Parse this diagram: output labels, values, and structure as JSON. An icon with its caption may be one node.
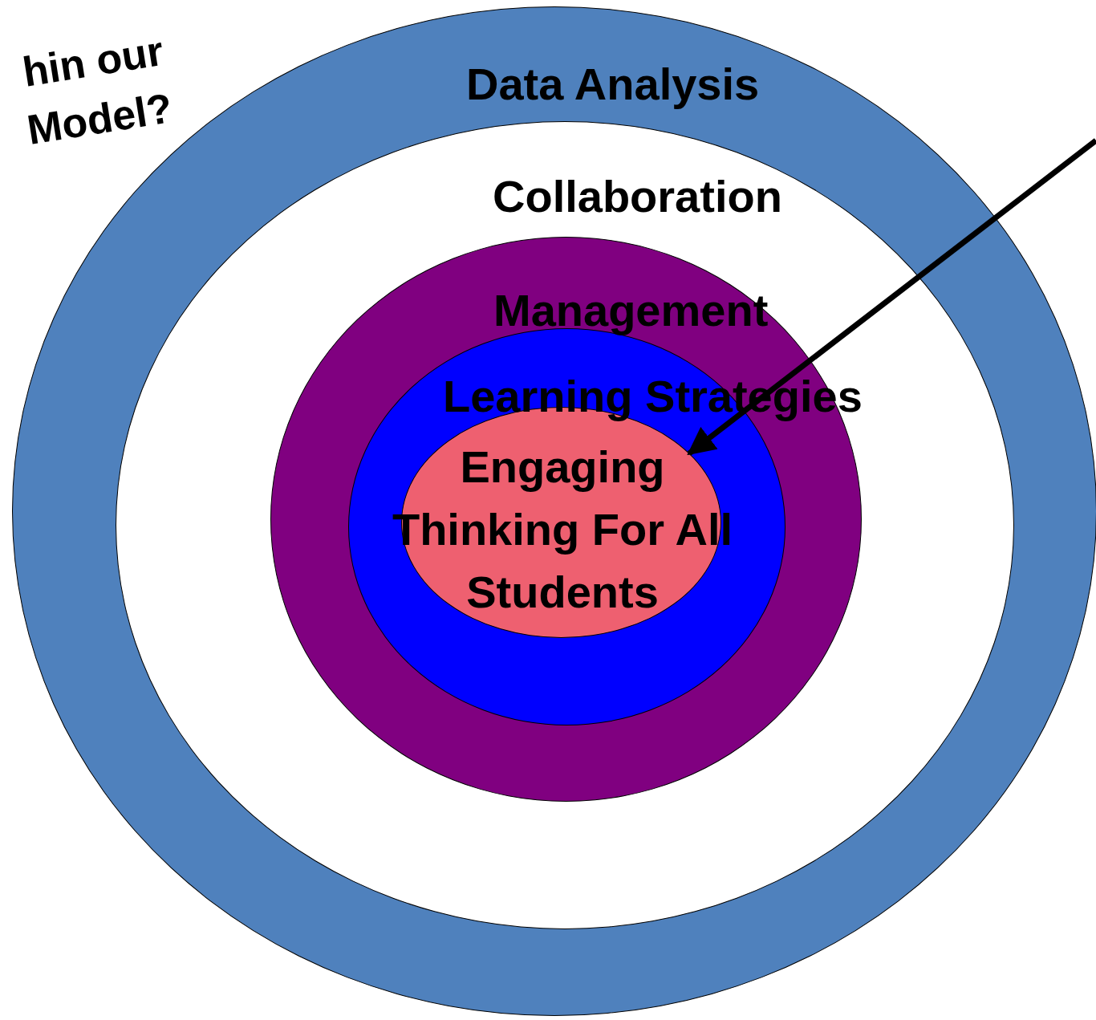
{
  "diagram": {
    "nodes": [
      {
        "text": [
          "Data Analysis"
        ]
      },
      {
        "text": [
          "Collaboration"
        ],
        "in": 0
      },
      {
        "text": [
          "Management"
        ],
        "in": 1
      },
      {
        "text": [
          "Learning Strategies"
        ],
        "in": 2
      },
      {
        "text": [
          "Engaging Thinking For All Students"
        ],
        "in": 3
      }
    ],
    "edges": [
      {
        "from": null,
        "to": 4,
        "arrow": "to"
      }
    ],
    "labels": [
      "hin our Model?"
    ]
  }
}
